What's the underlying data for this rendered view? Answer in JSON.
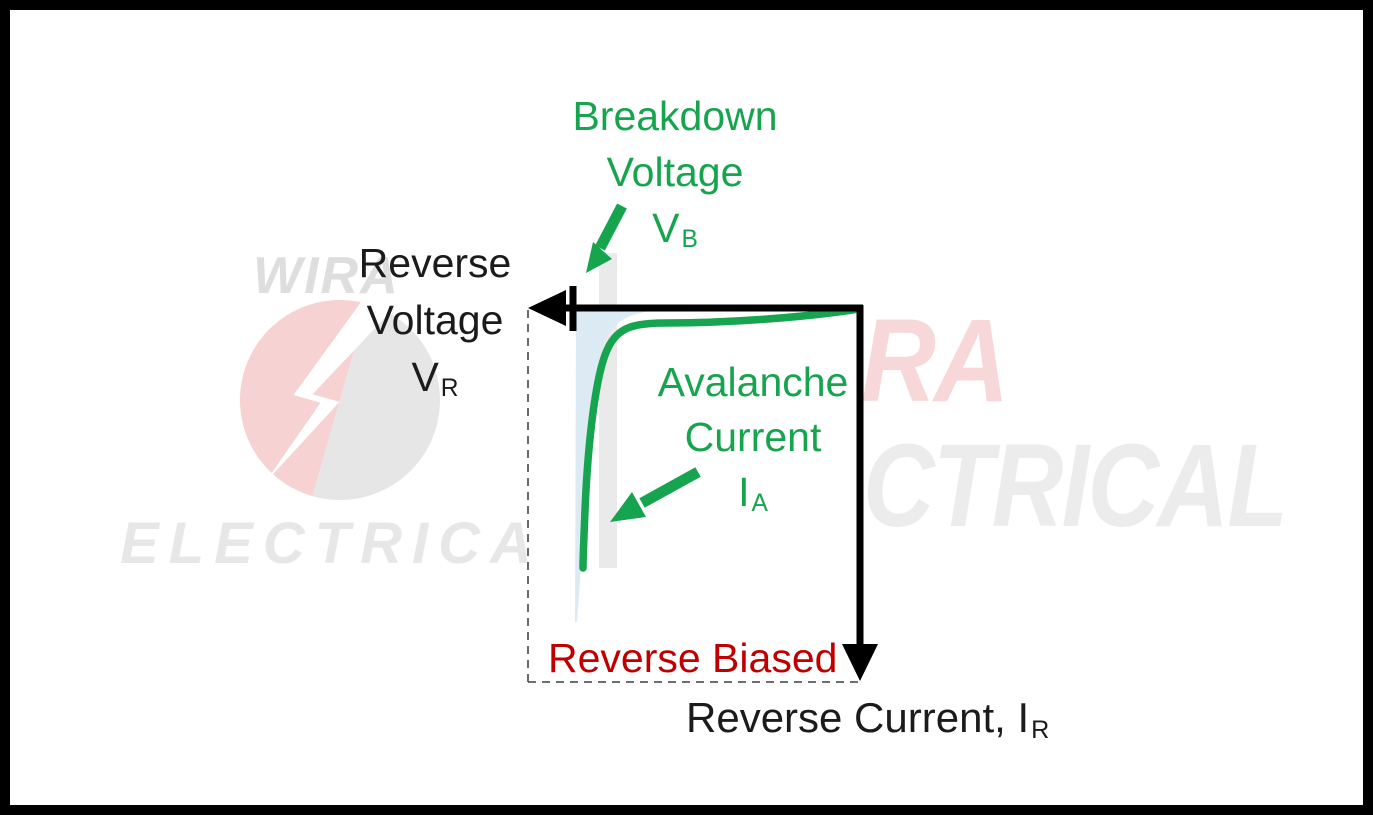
{
  "diagram": {
    "title_meaning": "Reverse biased characteristic curve of a diode with avalanche breakdown",
    "type": "qualitative line plot",
    "curve": {
      "description": "Reverse current stays near zero from the origin until the breakdown voltage VB, then rises steeply (avalanche region)",
      "color": "#16a44f"
    },
    "axes": {
      "horizontal": "Reverse Voltage VR, arrow pointing left",
      "vertical": "Reverse Current IR, arrow pointing down",
      "color": "#000000",
      "dashed_boundary_color": "#5a5a5a"
    },
    "fill_color": "#dcebf3"
  },
  "labels": {
    "breakdown": {
      "line1": "Breakdown",
      "line2": "Voltage",
      "symbol": "V",
      "subscript": "B",
      "color": "#16a44f"
    },
    "reverse_voltage": {
      "line1": "Reverse",
      "line2": "Voltage",
      "symbol": "V",
      "subscript": "R",
      "color": "#1b1b1b"
    },
    "avalanche": {
      "line1": "Avalanche",
      "line2": "Current",
      "symbol": "I",
      "subscript": "A",
      "color": "#16a44f"
    },
    "reverse_biased": {
      "text": "Reverse Biased",
      "color": "#c00000"
    },
    "reverse_current": {
      "text": "Reverse Current, ",
      "symbol": "I",
      "subscript": "R",
      "color": "#1b1b1b"
    }
  },
  "watermark": {
    "left": {
      "line1": "WIRA",
      "line2": "ELECTRICAL"
    },
    "right": {
      "fragment1": "RA",
      "fragment2": "CTRICAL"
    },
    "colors": {
      "text_gray_light": "#dedede",
      "text_gray": "#ececec",
      "text_red_light": "#f7d7d7",
      "logo_red": "#f6d2d2",
      "logo_gray": "#e6e6e6"
    }
  }
}
